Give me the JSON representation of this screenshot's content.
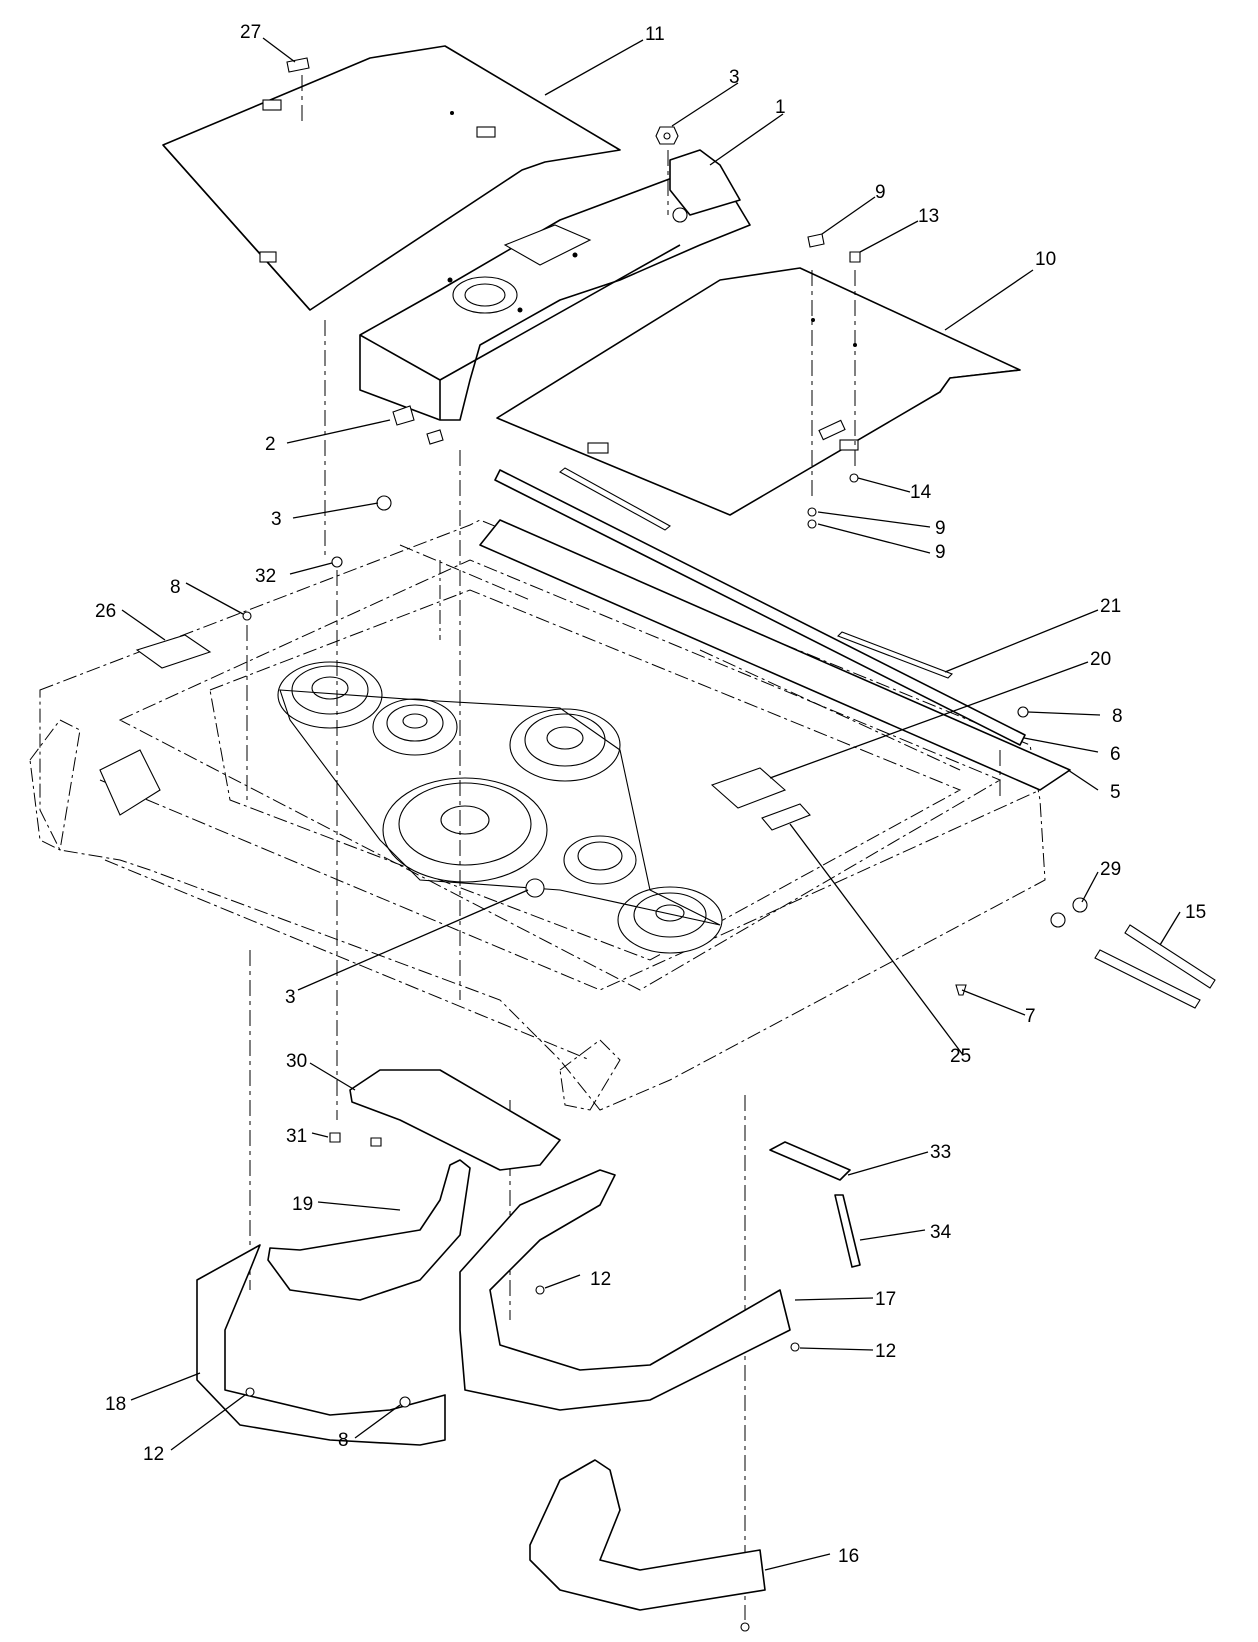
{
  "callouts": {
    "c27": "27",
    "c11": "11",
    "c3a": "3",
    "c1": "1",
    "c9a": "9",
    "c13": "13",
    "c10": "10",
    "c2": "2",
    "c14": "14",
    "c3b": "3",
    "c9b": "9",
    "c9c": "9",
    "c32": "32",
    "c8a": "8",
    "c26": "26",
    "c21": "21",
    "c20": "20",
    "c8b": "8",
    "c6": "6",
    "c5": "5",
    "c29": "29",
    "c15": "15",
    "c3c": "3",
    "c7": "7",
    "c25": "25",
    "c30": "30",
    "c31": "31",
    "c33": "33",
    "c19": "19",
    "c34": "34",
    "c12a": "12",
    "c17": "17",
    "c12b": "12",
    "c18": "18",
    "c12c": "12",
    "c8c": "8",
    "c16": "16"
  },
  "colors": {
    "line": "#000000",
    "background": "#ffffff"
  }
}
